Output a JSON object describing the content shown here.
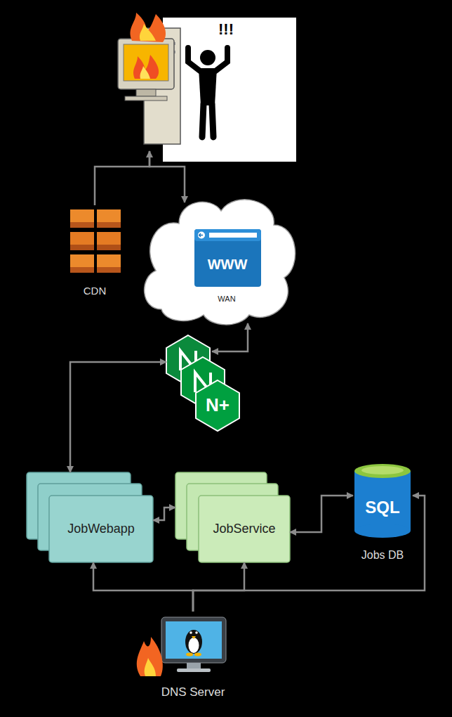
{
  "diagram": {
    "nodes": [
      {
        "text": [
          "!!!"
        ]
      },
      {
        "text": [
          "CDN"
        ]
      },
      {
        "text": [
          "WWW",
          "WAN"
        ]
      },
      {
        "text": [
          "N+"
        ]
      },
      {
        "text": [
          "JobWebapp"
        ]
      },
      {
        "text": [
          "JobService"
        ]
      },
      {
        "text": [
          "SQL",
          "Jobs DB"
        ]
      },
      {
        "text": [
          "DNS Server"
        ]
      }
    ],
    "edges": [
      {
        "from": 1,
        "to": 0,
        "arrow": "to"
      },
      {
        "from": 0,
        "to": 2,
        "arrow": "to"
      },
      {
        "from": 2,
        "to": 3,
        "arrow": "both"
      },
      {
        "from": 3,
        "to": 4,
        "arrow": "both"
      },
      {
        "from": 4,
        "to": 5,
        "arrow": "both"
      },
      {
        "from": 5,
        "to": 6,
        "arrow": "both"
      },
      {
        "from": 7,
        "to": 4,
        "arrow": "to"
      },
      {
        "from": 7,
        "to": 5,
        "arrow": "to"
      },
      {
        "from": 7,
        "to": 6,
        "arrow": "to"
      }
    ]
  }
}
